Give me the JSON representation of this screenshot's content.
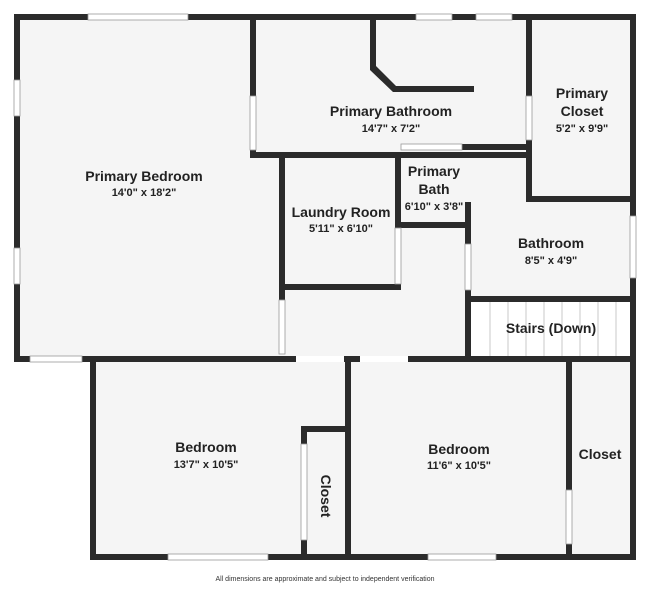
{
  "rooms": {
    "primary_bedroom": {
      "name": "Primary Bedroom",
      "dims": "14'0\" x 18'2\""
    },
    "primary_bathroom": {
      "name": "Primary Bathroom",
      "dims": "14'7\" x 7'2\""
    },
    "primary_closet": {
      "name_line1": "Primary",
      "name_line2": "Closet",
      "dims": "5'2\" x 9'9\""
    },
    "primary_bath": {
      "name_line1": "Primary",
      "name_line2": "Bath",
      "dims": "6'10\" x 3'8\""
    },
    "laundry_room": {
      "name": "Laundry Room",
      "dims": "5'11\" x 6'10\""
    },
    "bathroom": {
      "name": "Bathroom",
      "dims": "8'5\" x 4'9\""
    },
    "stairs": {
      "name": "Stairs (Down)"
    },
    "bedroom_left": {
      "name": "Bedroom",
      "dims": "13'7\" x 10'5\""
    },
    "bedroom_right": {
      "name": "Bedroom",
      "dims": "11'6\" x 10'5\""
    },
    "closet_small": {
      "name": "Closet"
    },
    "closet_right": {
      "name": "Closet"
    }
  },
  "disclaimer": "All dimensions are approximate and subject to independent verification"
}
